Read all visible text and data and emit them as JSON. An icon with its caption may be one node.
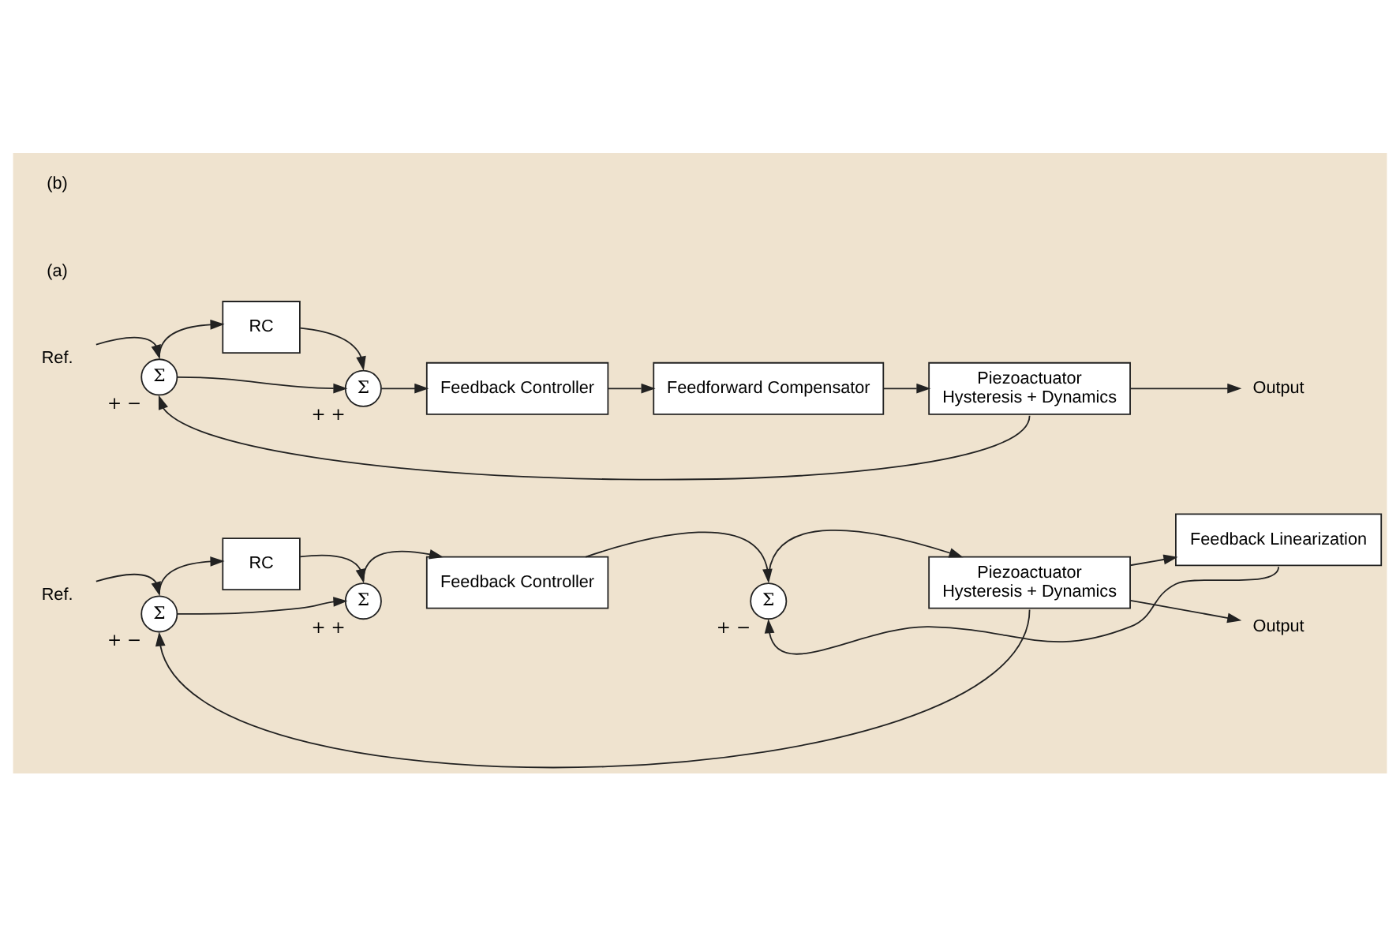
{
  "diagram": {
    "nodes": [
      {
        "text": [
          "Ref."
        ]
      },
      {
        "text": [
          "Σ"
        ],
        "beside": [
          "+",
          "−"
        ]
      },
      {
        "text": [
          "RC"
        ]
      },
      {
        "text": [
          "Σ"
        ],
        "beside": [
          "+",
          "+"
        ]
      },
      {
        "text": [
          "Feedback Controller"
        ]
      },
      {
        "text": [
          "Σ"
        ],
        "beside": [
          "+",
          "−"
        ]
      },
      {
        "text": [
          "Piezoactuator",
          "Hysteresis + Dynamics"
        ]
      },
      {
        "text": [
          "Feedback Linearization"
        ]
      },
      {
        "text": [
          "Output"
        ]
      },
      {
        "text": [
          "Ref."
        ]
      },
      {
        "text": [
          "Σ"
        ],
        "beside": [
          "+",
          "−"
        ]
      },
      {
        "text": [
          "RC"
        ]
      },
      {
        "text": [
          "Σ"
        ],
        "beside": [
          "+",
          "+"
        ]
      },
      {
        "text": [
          "Feedback Controller"
        ]
      },
      {
        "text": [
          "Feedforward Compensator"
        ]
      },
      {
        "text": [
          "Piezoactuator",
          "Hysteresis + Dynamics"
        ]
      },
      {
        "text": [
          "Output"
        ]
      }
    ],
    "edges": [
      {
        "from": 0,
        "to": 1,
        "arrow": "to"
      },
      {
        "from": 1,
        "to": 2,
        "arrow": "to"
      },
      {
        "from": 1,
        "to": 3,
        "arrow": "to"
      },
      {
        "from": 2,
        "to": 3,
        "arrow": "to"
      },
      {
        "from": 3,
        "to": 4,
        "arrow": "to"
      },
      {
        "from": 4,
        "to": 5,
        "arrow": "to"
      },
      {
        "from": 5,
        "to": 6,
        "arrow": "to"
      },
      {
        "from": 6,
        "to": 8,
        "arrow": "to"
      },
      {
        "from": 6,
        "to": 7,
        "arrow": "to"
      },
      {
        "from": 7,
        "to": 5,
        "arrow": "to"
      },
      {
        "from": 6,
        "to": 1,
        "arrow": "to"
      },
      {
        "from": 9,
        "to": 10,
        "arrow": "to"
      },
      {
        "from": 10,
        "to": 11,
        "arrow": "to"
      },
      {
        "from": 10,
        "to": 12,
        "arrow": "to"
      },
      {
        "from": 11,
        "to": 12,
        "arrow": "to"
      },
      {
        "from": 12,
        "to": 13,
        "arrow": "to"
      },
      {
        "from": 13,
        "to": 14,
        "arrow": "to"
      },
      {
        "from": 14,
        "to": 15,
        "arrow": "to"
      },
      {
        "from": 15,
        "to": 16,
        "arrow": "to"
      },
      {
        "from": 15,
        "to": 10,
        "arrow": "to"
      }
    ],
    "labels": [
      "(a)",
      "(b)"
    ]
  }
}
